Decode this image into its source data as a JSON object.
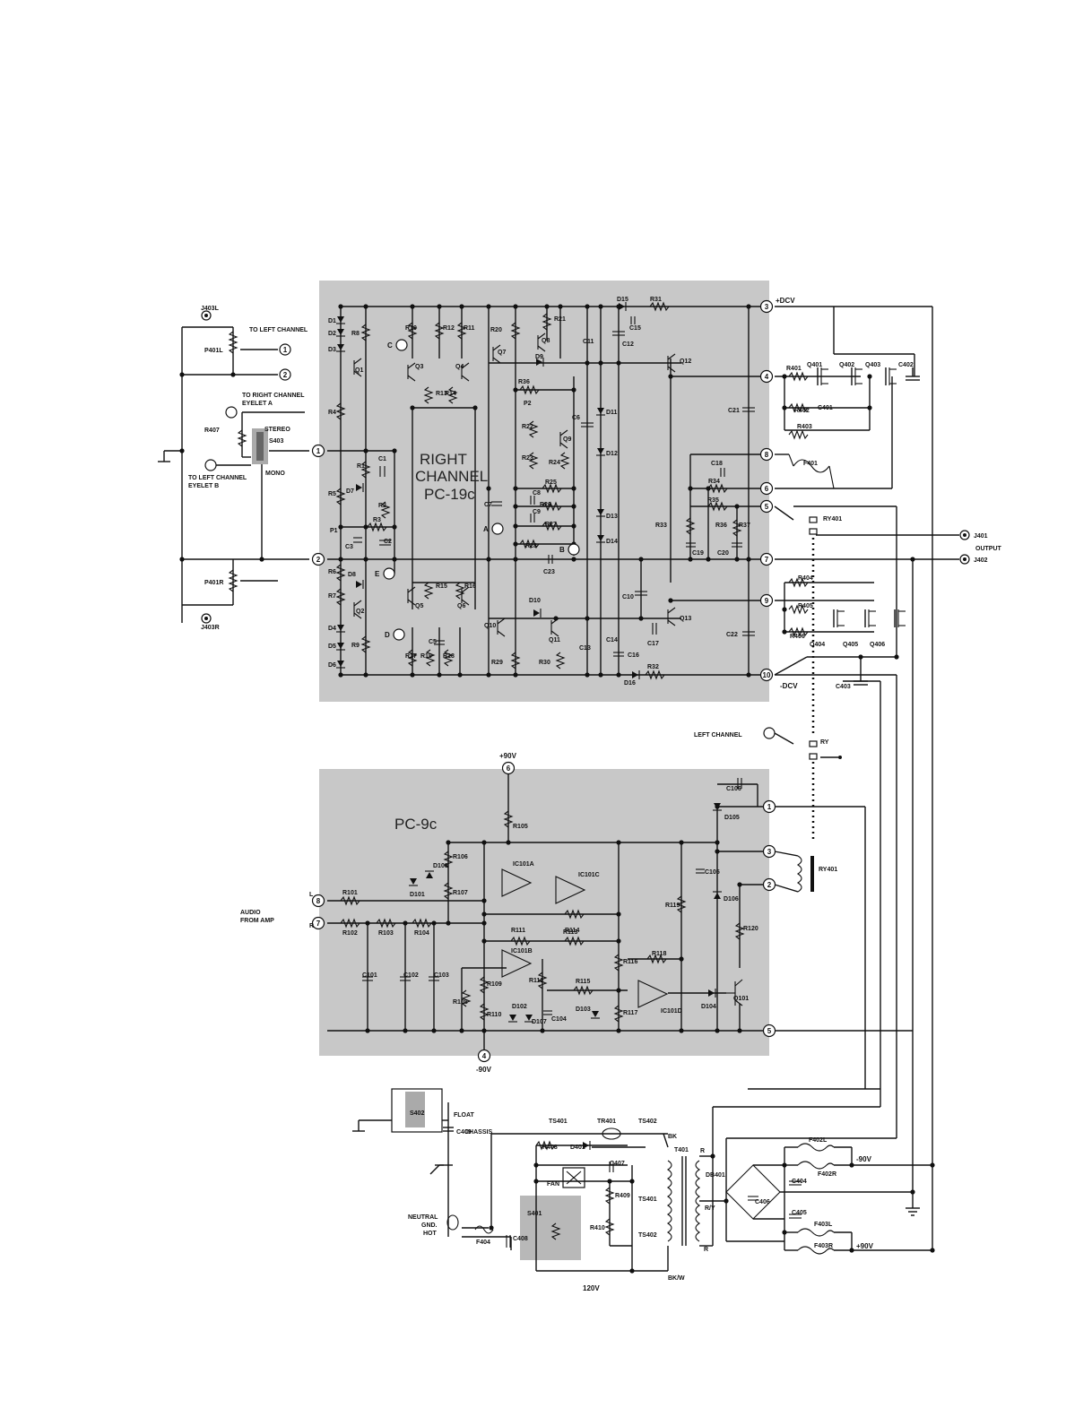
{
  "boards": {
    "pc19": {
      "line1": "RIGHT",
      "line2": "CHANNEL",
      "line3": "PC-19c"
    },
    "pc9": {
      "name": "PC-9c"
    }
  },
  "supply_labels": {
    "pos_dcv": "+DCV",
    "neg_dcv": "-DCV",
    "pos_90": "+90V",
    "neg_90": "-90V",
    "out_neg90": "-90V",
    "out_pos90": "+90V",
    "mains": "120V"
  },
  "io_labels": {
    "to_left_channel": "TO LEFT CHANNEL",
    "to_right_eyelet_1": "TO RIGHT CHANNEL",
    "to_right_eyelet_2": "EYELET A",
    "to_left_eyelet_1": "TO LEFT CHANNEL",
    "to_left_eyelet_2": "EYELET B",
    "stereo": "STEREO",
    "mono": "MONO",
    "audio_1": "AUDIO",
    "audio_2": "FROM AMP",
    "left_channel": "LEFT CHANNEL",
    "output": "OUTPUT",
    "float": "FLOAT",
    "chassis": "CHASSIS",
    "neutral": "NEUTRAL",
    "gnd": "GND.",
    "hot": "HOT",
    "fan": "FAN"
  },
  "connectors": {
    "j403l": "J403L",
    "j403r": "J403R",
    "j401": "J401",
    "j402": "J402",
    "p401l": "P401L",
    "p401r": "P401R",
    "r407": "R407",
    "s403": "S403"
  },
  "pc19_pins_left": [
    "1",
    "2"
  ],
  "pc19_pins_right": [
    "3",
    "4",
    "8",
    "6",
    "5",
    "7",
    "9",
    "10"
  ],
  "pc9_pins_left": [
    "8",
    "7"
  ],
  "pc9_pins_right": [
    "1",
    "3",
    "2",
    "5"
  ],
  "pc9_pins_top_bottom": [
    "6",
    "4"
  ],
  "eyelets_pc19": [
    "C",
    "A",
    "B",
    "E",
    "D"
  ],
  "pc19_parts": [
    "D1",
    "D2",
    "D3",
    "R8",
    "Q1",
    "R4",
    "R1",
    "C1",
    "D7",
    "R5",
    "R2",
    "R3",
    "P1",
    "C3",
    "C2",
    "R6",
    "D8",
    "R7",
    "Q2",
    "D4",
    "D5",
    "D6",
    "R9",
    "R10",
    "R12",
    "R11",
    "Q3",
    "Q4",
    "R13",
    "R14",
    "R15",
    "R16",
    "Q5",
    "Q6",
    "C5",
    "R17",
    "R19",
    "R18",
    "R20",
    "R21",
    "Q7",
    "Q8",
    "D9",
    "R36",
    "P2",
    "R22",
    "Q9",
    "R23",
    "R24",
    "C6",
    "C7",
    "C8",
    "R25",
    "R26",
    "C9",
    "R27",
    "R28",
    "C23",
    "D10",
    "Q10",
    "Q11",
    "R29",
    "R30",
    "D15",
    "R31",
    "C11",
    "C15",
    "C12",
    "D11",
    "D12",
    "D13",
    "D14",
    "Q12",
    "C21",
    "C18",
    "R34",
    "R33",
    "R35",
    "R36",
    "R37",
    "C19",
    "C20",
    "C10",
    "Q13",
    "C13",
    "C14",
    "C16",
    "C17",
    "D16",
    "R32",
    "C22"
  ],
  "output_parts": [
    "R401",
    "Q401",
    "Q402",
    "Q403",
    "C402",
    "R402",
    "C401",
    "R403",
    "F401",
    "RY401",
    "R404",
    "R405",
    "R406",
    "Q404",
    "Q405",
    "Q406",
    "C403",
    "RY"
  ],
  "pc9_parts": [
    "R105",
    "R106",
    "D108",
    "D101",
    "R107",
    "IC101A",
    "IC101C",
    "R113",
    "R101",
    "R102",
    "R103",
    "R104",
    "R111",
    "R114",
    "IC101B",
    "R109",
    "R108",
    "R110",
    "D102",
    "D107",
    "C104",
    "R112",
    "R115",
    "R116",
    "R118",
    "IC101D",
    "D103",
    "R117",
    "D104",
    "Q101",
    "C101",
    "C102",
    "C103",
    "C106",
    "D105",
    "C105",
    "D106",
    "R119",
    "R120",
    "RY401"
  ],
  "ps_parts": [
    "S402",
    "C409",
    "TS401",
    "TR401",
    "TS402",
    "R408",
    "D401",
    "C407",
    "T401",
    "DB401",
    "C406",
    "F402L",
    "F402R",
    "C404",
    "C405",
    "F403L",
    "F403R",
    "R409",
    "TS401",
    "R410",
    "TS402",
    "S401",
    "C408",
    "F404"
  ],
  "transformer_taps": {
    "bk": "BK",
    "bkw": "BK/W",
    "r1": "R",
    "r2": "R",
    "ry": "R/Y"
  }
}
